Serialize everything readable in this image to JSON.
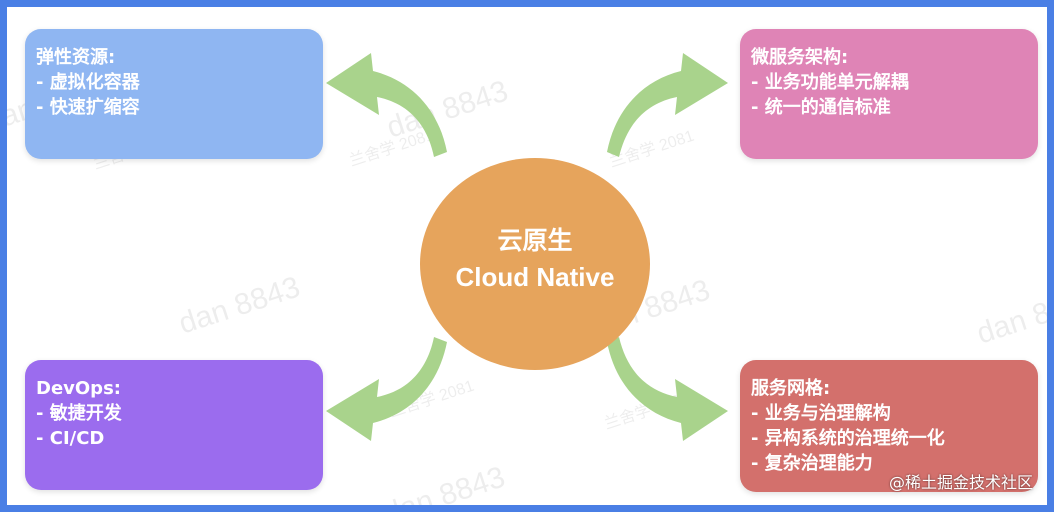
{
  "watermark": {
    "text": "dan 8843",
    "text_small": "兰舍学 2081"
  },
  "center": {
    "title_zh": "云原生",
    "title_en": "Cloud Native"
  },
  "boxes": {
    "top_left": {
      "title": "弹性资源:",
      "items": [
        "- 虚拟化容器",
        "- 快速扩缩容"
      ]
    },
    "top_right": {
      "title": "微服务架构:",
      "items": [
        "- 业务功能单元解耦",
        "- 统一的通信标准"
      ]
    },
    "bottom_left": {
      "title": "DevOps:",
      "items": [
        "- 敏捷开发",
        "- CI/CD"
      ]
    },
    "bottom_right": {
      "title": "服务网格:",
      "items": [
        "- 业务与治理解构",
        "- 异构系统的治理统一化",
        "- 复杂治理能力"
      ]
    }
  },
  "credit": "@稀土掘金技术社区",
  "colors": {
    "border": "#4a7fe5",
    "center": "#e6a45c",
    "arrow": "#a9d38c",
    "top_left": "#8fb6f2",
    "top_right": "#df84b6",
    "bottom_left": "#9b6cee",
    "bottom_right": "#d3706c"
  }
}
